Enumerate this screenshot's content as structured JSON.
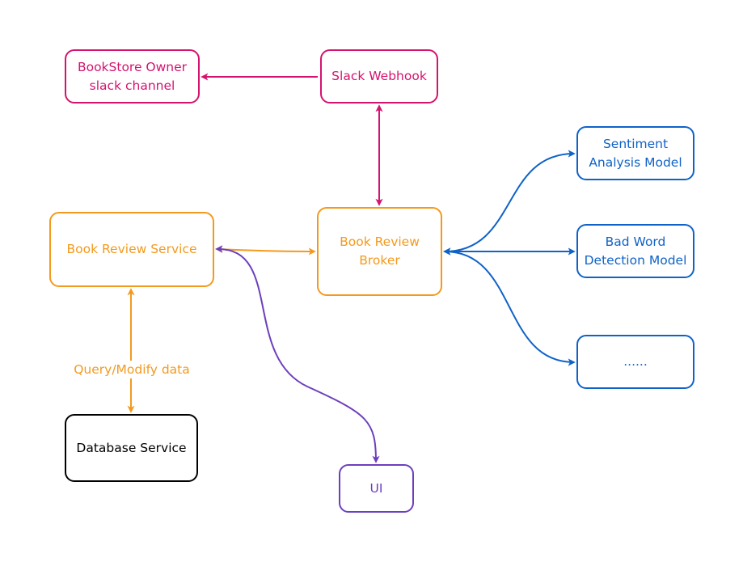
{
  "diagram": {
    "nodes": {
      "owner": {
        "line1": "BookStore Owner",
        "line2": "slack channel"
      },
      "webhook": {
        "label": "Slack Webhook"
      },
      "sentiment": {
        "line1": "Sentiment",
        "line2": "Analysis Model"
      },
      "service": {
        "label": "Book Review Service"
      },
      "broker": {
        "line1": "Book Review",
        "line2": "Broker"
      },
      "badword": {
        "line1": "Bad Word",
        "line2": "Detection Model"
      },
      "more": {
        "label": "......"
      },
      "database": {
        "label": "Database Service"
      },
      "ui": {
        "label": "UI"
      }
    },
    "edge_labels": {
      "query": "Query/Modify data"
    },
    "edges": [
      {
        "from": "webhook",
        "to": "owner",
        "arrows": "end"
      },
      {
        "from": "webhook",
        "to": "broker",
        "arrows": "both"
      },
      {
        "from": "service",
        "to": "broker",
        "arrows": "both"
      },
      {
        "from": "broker",
        "to": "sentiment",
        "arrows": "both"
      },
      {
        "from": "broker",
        "to": "badword",
        "arrows": "both"
      },
      {
        "from": "broker",
        "to": "more",
        "arrows": "both"
      },
      {
        "from": "service",
        "to": "database",
        "arrows": "both",
        "label": "query"
      },
      {
        "from": "service",
        "to": "ui",
        "arrows": "both"
      }
    ],
    "colors": {
      "slack": "#d4136f",
      "service": "#f39a1e",
      "models": "#0f62c8",
      "ui": "#6c3fbd",
      "database": "#000000"
    }
  }
}
